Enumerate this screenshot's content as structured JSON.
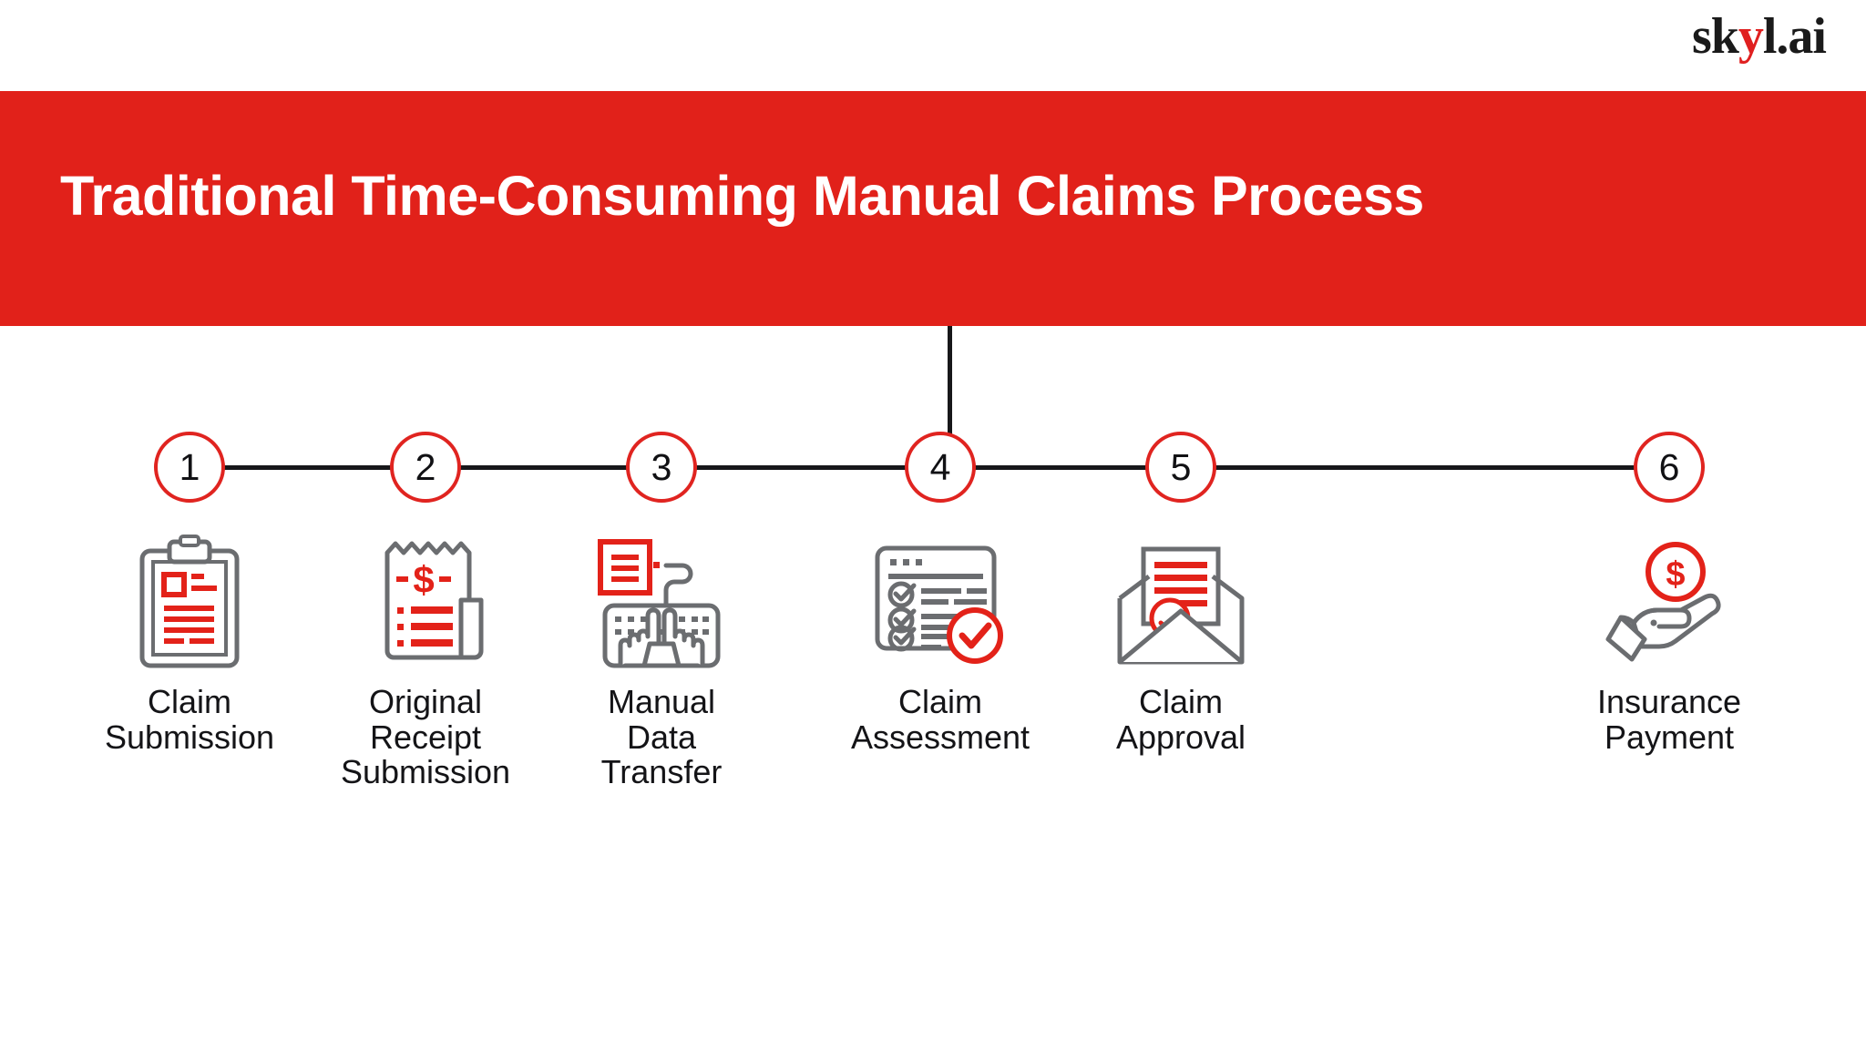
{
  "brand": {
    "logo_prefix": "sk",
    "logo_accent": "y",
    "logo_suffix": "l.ai",
    "accent_color": "#e02020"
  },
  "banner": {
    "title": "Traditional Time-Consuming Manual Claims Process",
    "background_color": "#E1211A",
    "text_color": "#FFFFFF"
  },
  "timeline": {
    "line_color": "#17171A",
    "circle_stroke_color": "#E02420",
    "number_color": "#111114",
    "steps": [
      {
        "number": "1",
        "icon": "clipboard-icon",
        "label_lines": [
          "Claim",
          "Submission"
        ],
        "label": "Claim Submission"
      },
      {
        "number": "2",
        "icon": "receipt-dollar-icon",
        "label_lines": [
          "Original",
          "Receipt",
          "Submission"
        ],
        "label": "Original Receipt Submission"
      },
      {
        "number": "3",
        "icon": "keyboard-typing-icon",
        "label_lines": [
          "Manual",
          "Data",
          "Transfer"
        ],
        "label": "Manual Data Transfer"
      },
      {
        "number": "4",
        "icon": "checklist-window-icon",
        "label_lines": [
          "Claim",
          "Assessment"
        ],
        "label": "Claim Assessment"
      },
      {
        "number": "5",
        "icon": "envelope-approved-icon",
        "label_lines": [
          "Claim",
          "Approval"
        ],
        "label": "Claim Approval"
      },
      {
        "number": "6",
        "icon": "hand-coin-icon",
        "label_lines": [
          "Insurance",
          "Payment"
        ],
        "label": "Insurance Payment"
      }
    ]
  }
}
